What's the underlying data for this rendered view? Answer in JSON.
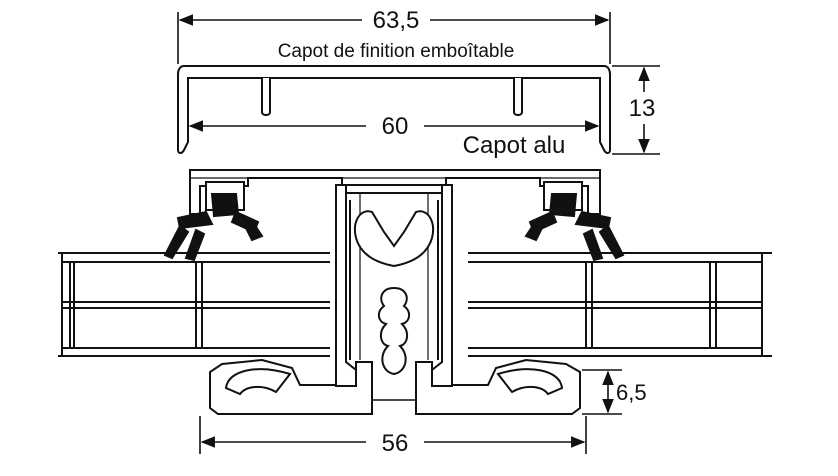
{
  "dimensions": {
    "cap_width": "63,5",
    "cap_height": "13",
    "alu_cap_width": "60",
    "base_width": "56",
    "base_height": "6,5"
  },
  "labels": {
    "cap_finish": "Capot de finition emboîtable",
    "alu_cap": "Capot alu"
  },
  "colors": {
    "line": "#111111",
    "fill": "#ffffff",
    "shade": "#b9b9b9"
  }
}
